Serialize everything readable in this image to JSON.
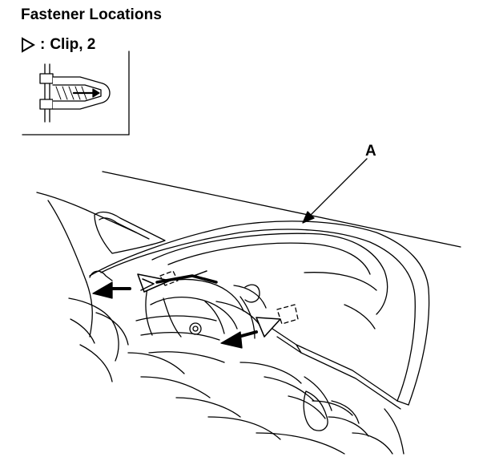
{
  "figure": {
    "title": "Fastener Locations",
    "legend": {
      "symbol": "triangle-outline-icon",
      "separator": ":",
      "text": "Clip, 2"
    },
    "callout": "A"
  }
}
